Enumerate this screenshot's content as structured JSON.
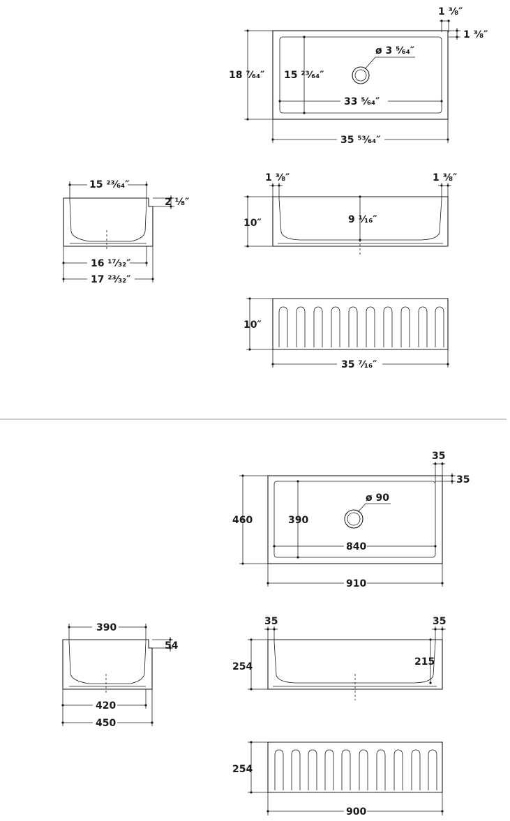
{
  "imperial": {
    "top_view": {
      "rim_x": "1 ⅜″",
      "rim_y": "1 ⅜″",
      "drain": "ø 3 ⁵⁄₆₄″",
      "height": "18 ⁷⁄₆₄″",
      "inner_height": "15 ²³⁄₆₄″",
      "inner_width": "33 ⁵⁄₆₄″",
      "overall_width": "35 ⁵³⁄₆₄″"
    },
    "side_view": {
      "top_width": "15 ²³⁄₆₄″",
      "lip": "2 ⅛″",
      "mid_width": "16 ¹⁷⁄₃₂″",
      "overall_depth": "17 ²³⁄₃₂″"
    },
    "front_section": {
      "rim_left": "1 ⅜″",
      "rim_right": "1 ⅜″",
      "height": "10″",
      "inner_depth": "9 ¹⁄₁₆″"
    },
    "front_elevation": {
      "height": "10″",
      "width": "35 ⁷⁄₁₆″"
    }
  },
  "metric": {
    "top_view": {
      "rim_x": "35",
      "rim_y": "35",
      "drain": "ø 90",
      "height": "460",
      "inner_height": "390",
      "inner_width": "840",
      "overall_width": "910"
    },
    "side_view": {
      "top_width": "390",
      "lip": "54",
      "mid_width": "420",
      "overall_depth": "450"
    },
    "front_section": {
      "rim_left": "35",
      "rim_right": "35",
      "height": "254",
      "inner_depth": "215"
    },
    "front_elevation": {
      "height": "254",
      "width": "900"
    }
  }
}
